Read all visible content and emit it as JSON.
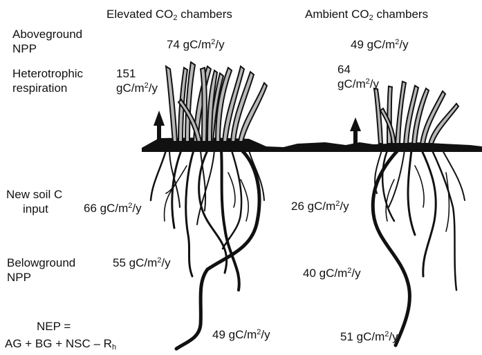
{
  "headers": {
    "elevated": {
      "prefix": "Elevated CO",
      "sub": "2",
      "suffix": " chambers"
    },
    "ambient": {
      "prefix": "Ambient CO",
      "sub": "2",
      "suffix": " chambers"
    }
  },
  "row_labels": {
    "aboveground": [
      "Aboveground",
      "NPP"
    ],
    "heterotrophic": [
      "Heterotrophic",
      "respiration"
    ],
    "new_soil": [
      "New soil C",
      "input"
    ],
    "belowground": [
      "Belowground",
      "NPP"
    ]
  },
  "unit": {
    "base": "gC/m",
    "exp": "2",
    "tail": "/y"
  },
  "values": {
    "elevated": {
      "aboveground_npp": "74",
      "heterotrophic_respiration": "151",
      "new_soil_c": "66",
      "belowground_npp": "55",
      "nsc": "49"
    },
    "ambient": {
      "aboveground_npp": "49",
      "heterotrophic_respiration": "64",
      "new_soil_c": "26",
      "belowground_npp": "40",
      "nsc": "51"
    }
  },
  "equation": {
    "line1": "NEP =",
    "line2_prefix": "AG + BG + NSC – R",
    "line2_sub": "h"
  },
  "colors": {
    "ink": "#111111",
    "shoot_fill": "#b8b8b8",
    "background": "#ffffff"
  }
}
